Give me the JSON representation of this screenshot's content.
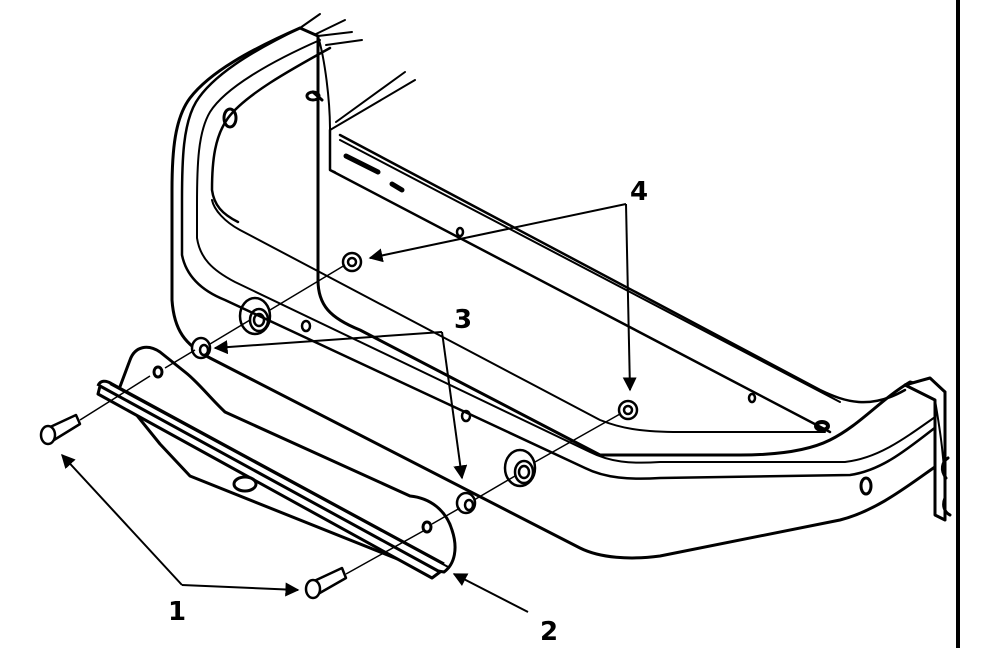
{
  "diagram": {
    "callouts": {
      "c1": "1",
      "c2": "2",
      "c3": "3",
      "c4": "4"
    },
    "colors": {
      "ink": "#000000",
      "paper": "#ffffff"
    },
    "parts": [
      "bolt-icon",
      "skid-plate-icon",
      "spacer-icon",
      "nut-icon",
      "frame-icon"
    ]
  }
}
